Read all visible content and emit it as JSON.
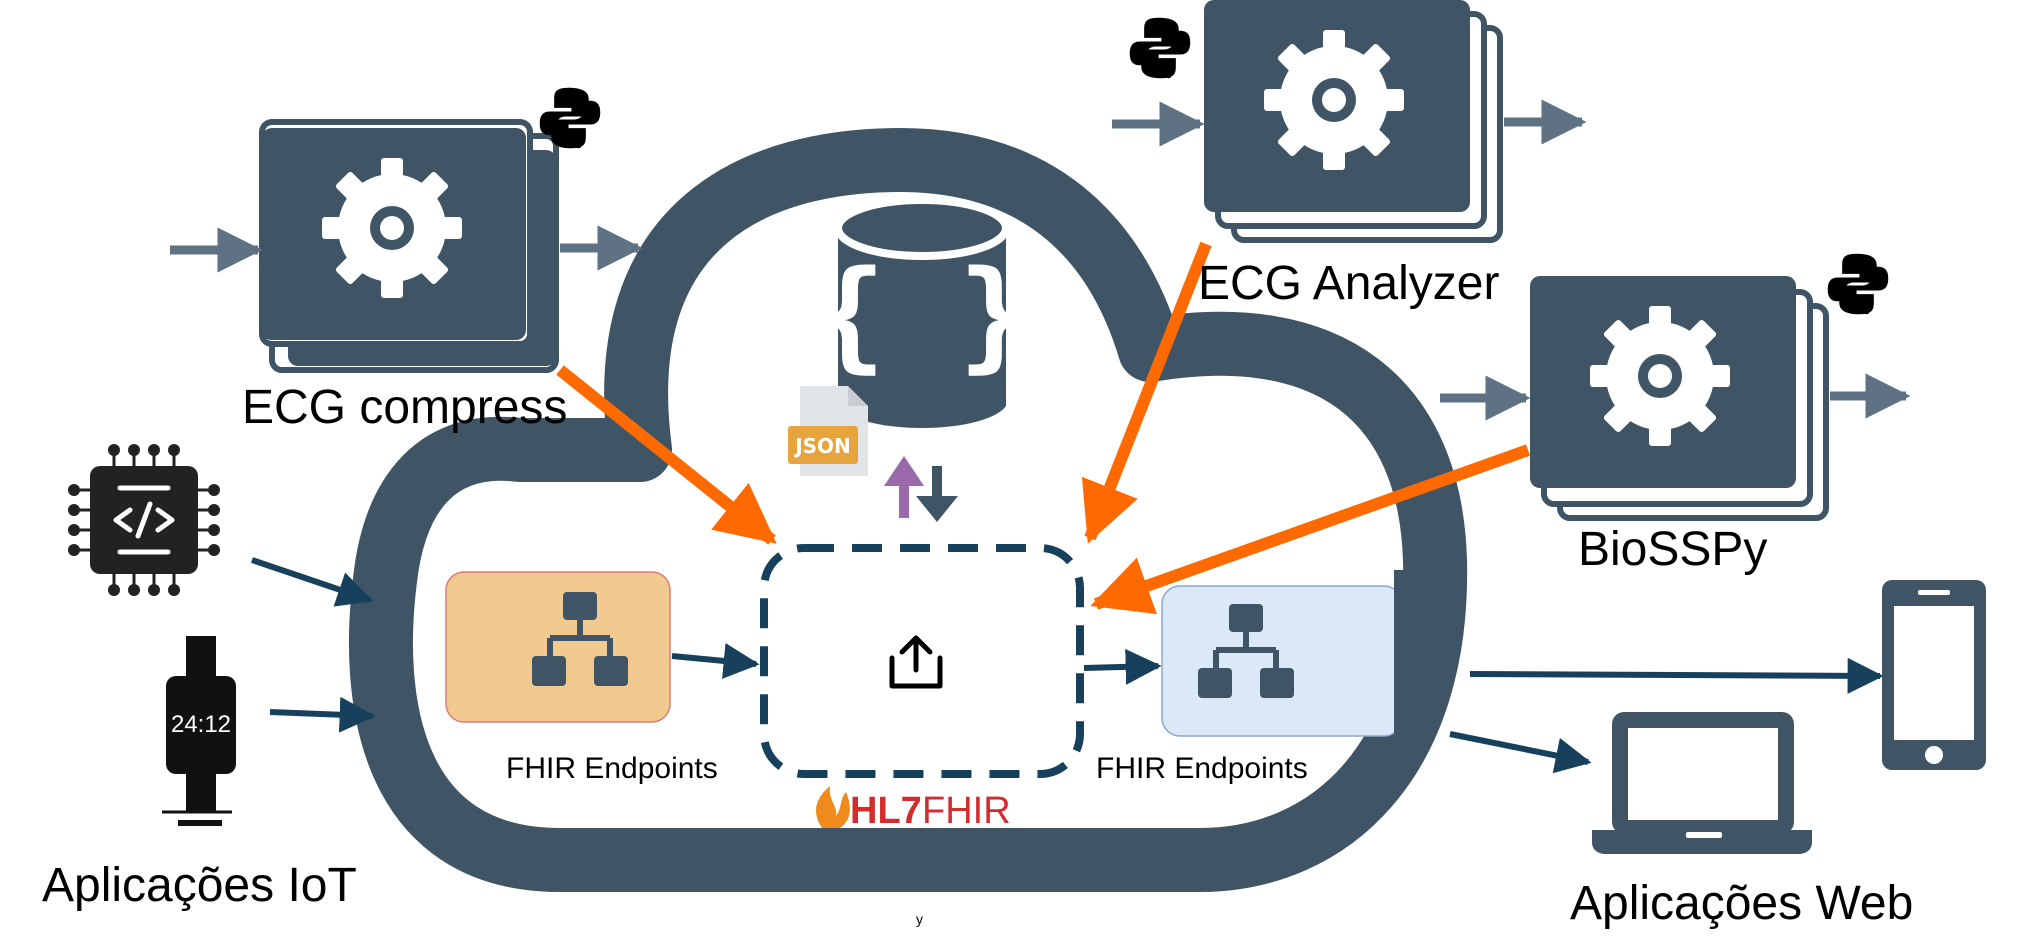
{
  "labels": {
    "ecg_compress": "ECG compress",
    "ecg_analyzer": "ECG Analyzer",
    "biosspy": "BioSSPy",
    "fhir_endpoints_left": "FHIR Endpoints",
    "fhir_endpoints_right": "FHIR Endpoints",
    "iot_apps": "Aplicações IoT",
    "web_apps": "Aplicações Web",
    "json_badge": "JSON",
    "watch_time": "24:12",
    "hl7_logo_hl7": "HL7",
    "hl7_logo_fhir": "FHIR",
    "footer_mark": "y"
  },
  "colors": {
    "slate": "#3f5566",
    "navy_arrow": "#17405c",
    "orange_arrow": "#ff6a00",
    "fhir_left_fill": "#f2ca8f",
    "fhir_right_fill": "#dbe8f8",
    "json_badge": "#e8a43c",
    "purple_arrow": "#9b6aaa",
    "hl7_red": "#d42c2c"
  },
  "icons": {
    "python": "python-logo-icon",
    "gear": "gear-icon",
    "database": "json-database-icon",
    "network": "network-tree-icon",
    "upload": "upload-icon",
    "chip": "chip-code-icon",
    "watch": "smartwatch-icon",
    "phone": "smartphone-icon",
    "laptop": "laptop-icon"
  }
}
